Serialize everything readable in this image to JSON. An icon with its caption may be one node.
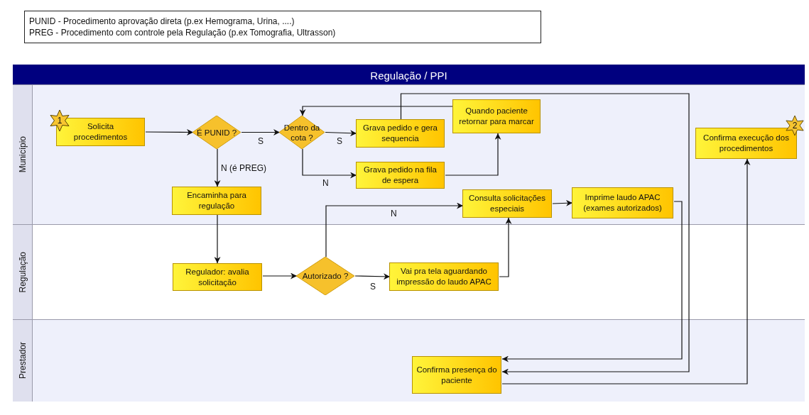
{
  "diagram": {
    "nodes": [
      {
        "text": [
          "PUNID - Procedimento aprovação direta (p.ex Hemograma, Urina, ....)",
          "PREG - Procedimento com controle pela Regulação (p.ex Tomografia, Ultrasson)"
        ]
      },
      {
        "text": [
          "Regulação / PPI"
        ]
      },
      {
        "text": [
          "Município"
        ],
        "in": 1
      },
      {
        "text": [
          "1"
        ],
        "in": 2
      },
      {
        "text": [
          "Solicita procedimentos"
        ],
        "in": 2
      },
      {
        "text": [
          "É PUNID ?"
        ],
        "in": 2
      },
      {
        "text": [
          "Dentro da cota ?"
        ],
        "in": 2
      },
      {
        "text": [
          "Grava pedido e gera sequencia"
        ],
        "in": 2
      },
      {
        "text": [
          "Quando paciente retornar para marcar"
        ],
        "in": 2
      },
      {
        "text": [
          "Grava pedido na fila de espera"
        ],
        "in": 2
      },
      {
        "text": [
          "2"
        ],
        "in": 2
      },
      {
        "text": [
          "Confirma execução dos procedimentos"
        ],
        "in": 2
      },
      {
        "text": [
          "Encaminha para regulação"
        ],
        "in": 2
      },
      {
        "text": [
          "Consulta solicitações especiais"
        ],
        "in": 2
      },
      {
        "text": [
          "Imprime laudo APAC (exames autorizados)"
        ],
        "in": 2
      },
      {
        "text": [
          "Regulação"
        ],
        "in": 1
      },
      {
        "text": [
          "Regulador: avalia solicitação"
        ],
        "in": 15
      },
      {
        "text": [
          "Autorizado ?"
        ],
        "in": 15
      },
      {
        "text": [
          "Vai pra tela aguardando impressão do laudo APAC"
        ],
        "in": 15
      },
      {
        "text": [
          "Prestador"
        ],
        "in": 1
      },
      {
        "text": [
          "Confirma presença do paciente"
        ],
        "in": 19
      }
    ],
    "edges": [
      {
        "from": 4,
        "to": 5,
        "arrow": "to"
      },
      {
        "from": 5,
        "to": 6,
        "label": "S",
        "arrow": "to"
      },
      {
        "from": 5,
        "to": 12,
        "label": "N (é PREG)",
        "arrow": "to"
      },
      {
        "from": 6,
        "to": 7,
        "label": "S",
        "arrow": "to"
      },
      {
        "from": 6,
        "to": 9,
        "label": "N",
        "arrow": "to"
      },
      {
        "from": 9,
        "to": 8,
        "arrow": "to"
      },
      {
        "from": 8,
        "to": 6,
        "arrow": "to"
      },
      {
        "from": 7,
        "to": 20,
        "arrow": "to"
      },
      {
        "from": 12,
        "to": 16,
        "arrow": "to"
      },
      {
        "from": 16,
        "to": 17,
        "arrow": "to"
      },
      {
        "from": 17,
        "to": 18,
        "label": "S",
        "arrow": "to"
      },
      {
        "from": 17,
        "to": 13,
        "label": "N",
        "arrow": "to"
      },
      {
        "from": 18,
        "to": 13,
        "arrow": "to"
      },
      {
        "from": 13,
        "to": 14,
        "arrow": "to"
      },
      {
        "from": 14,
        "to": 20,
        "arrow": "to"
      },
      {
        "from": 20,
        "to": 11,
        "arrow": "to"
      }
    ]
  }
}
